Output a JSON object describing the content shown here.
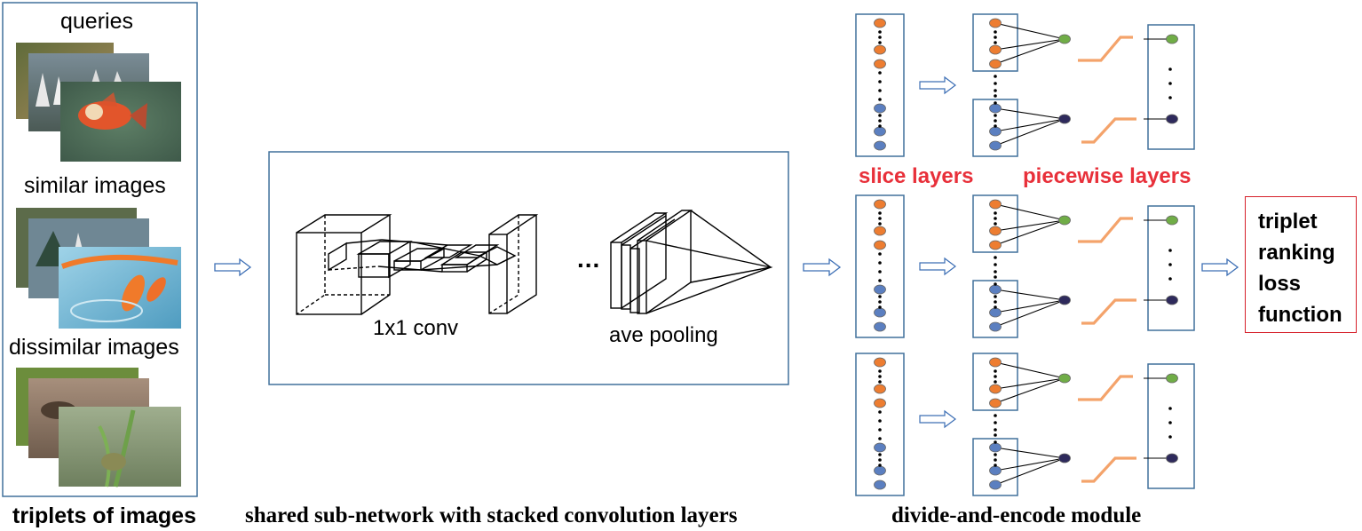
{
  "input_panel": {
    "labels": [
      "queries",
      "similar images",
      "dissimilar images"
    ],
    "caption": "triplets of images"
  },
  "subnetwork": {
    "conv_label": "1x1 conv",
    "ellipsis": "...",
    "pool_label": "ave pooling",
    "caption": "shared sub-network with stacked convolution layers"
  },
  "module": {
    "slice_label": "slice layers",
    "piecewise_label": "piecewise layers",
    "caption": "divide-and-encode module"
  },
  "loss": {
    "lines": [
      "triplet",
      "ranking",
      "loss",
      "function"
    ]
  },
  "colors": {
    "frame_blue": "#41719c",
    "arrow_blue": "#3d6fb5",
    "node_orange": "#ed7d31",
    "node_blue": "#5b7fc0",
    "node_green": "#70ad47",
    "node_dark": "#2e2a5c",
    "piecewise_orange": "#f4a36b",
    "label_red": "#e8303a",
    "loss_border": "#d6202a"
  }
}
